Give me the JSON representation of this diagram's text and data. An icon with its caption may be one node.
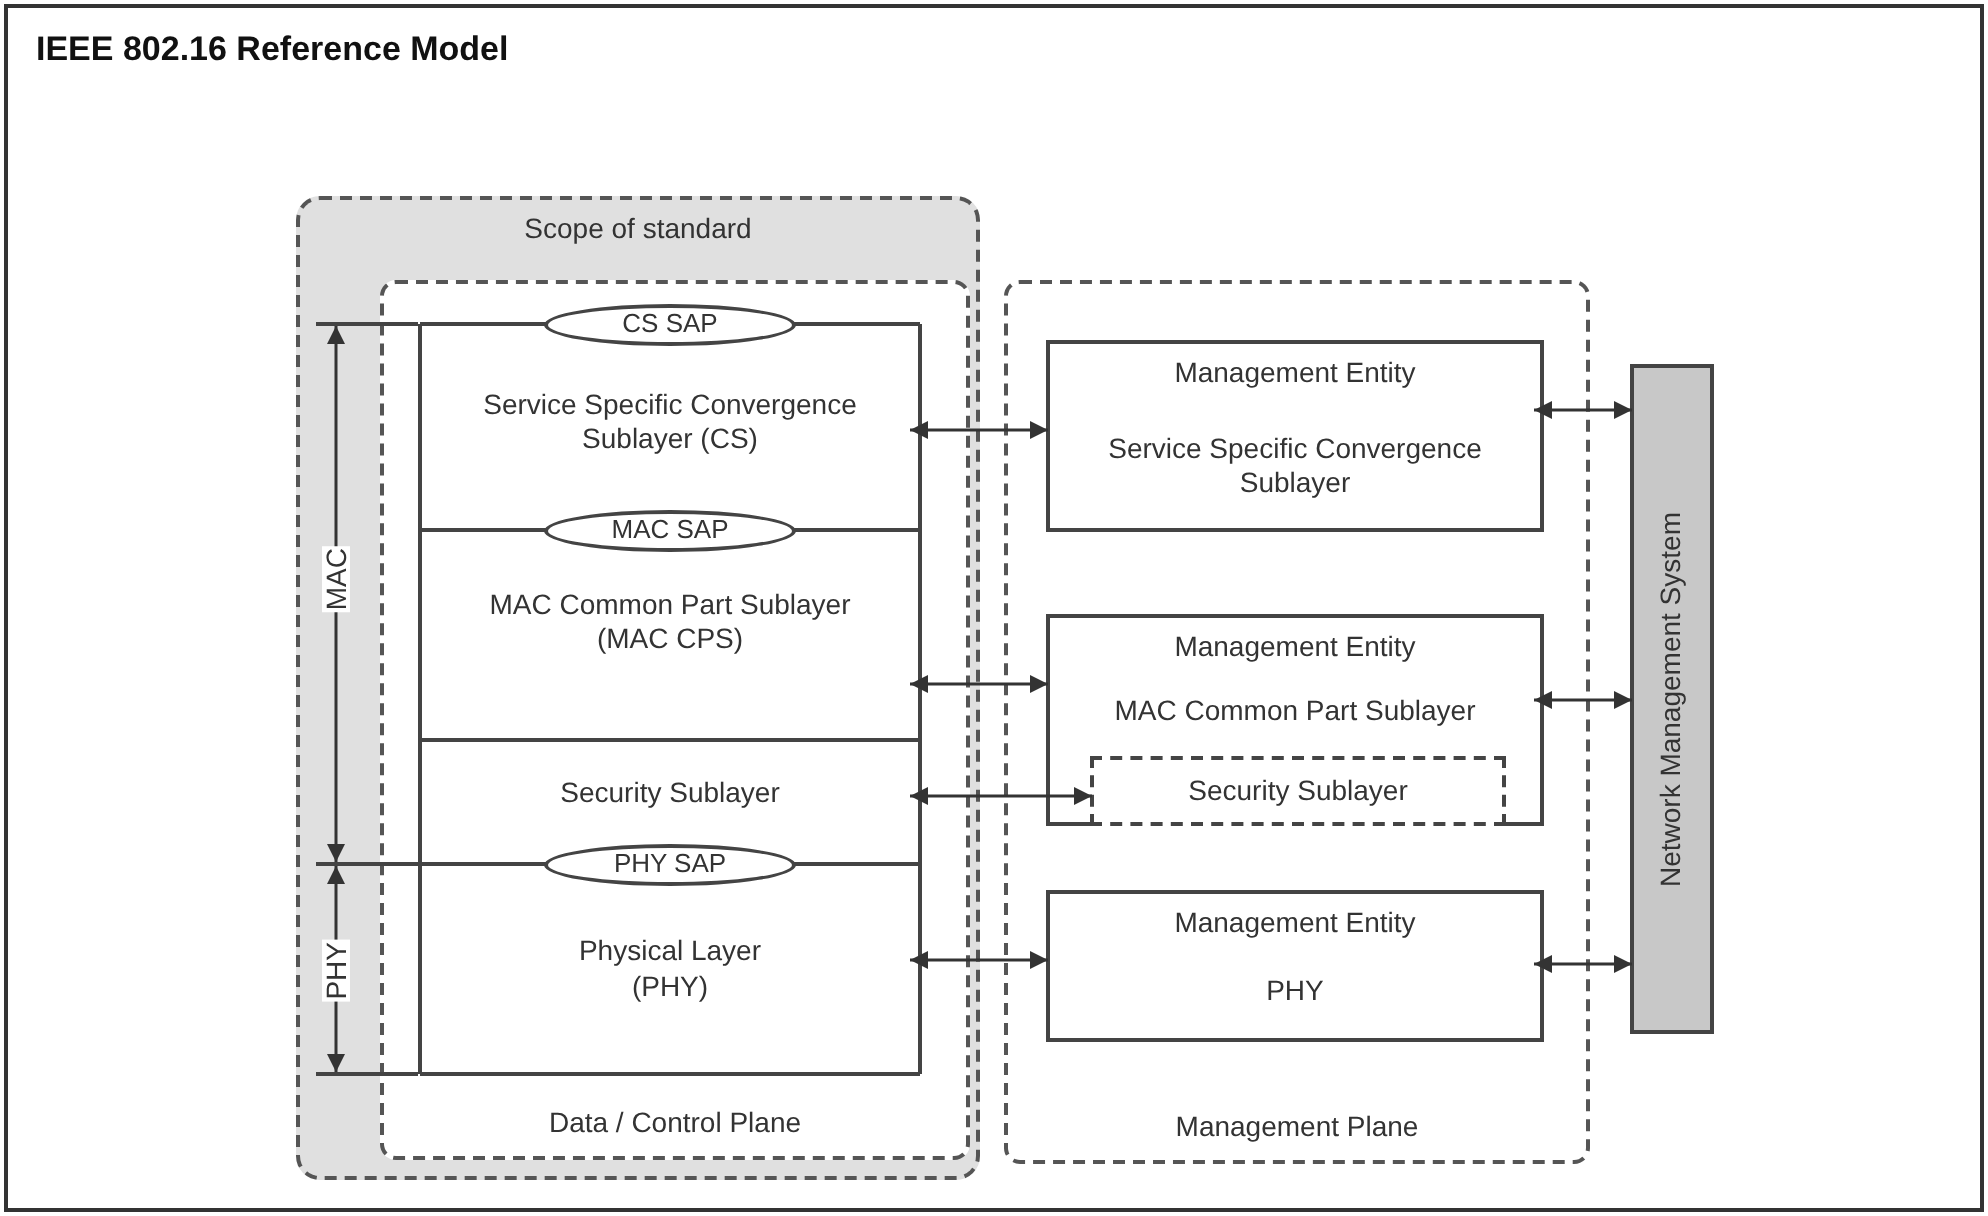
{
  "diagram": {
    "title": "IEEE 802.16 Reference Model",
    "nodes": [
      {
        "text": [
          "Scope of standard"
        ]
      },
      {
        "text": [
          "Data / Control Plane"
        ],
        "in": 0
      },
      {
        "text": [
          "CS SAP"
        ],
        "in": 1
      },
      {
        "text": [
          "Service Specific Convergence Sublayer (CS)"
        ],
        "in": 1
      },
      {
        "text": [
          "MAC SAP"
        ],
        "in": 1
      },
      {
        "text": [
          "MAC Common Part Sublayer (MAC CPS)"
        ],
        "in": 1
      },
      {
        "text": [
          "Security Sublayer"
        ],
        "in": 1
      },
      {
        "text": [
          "PHY SAP"
        ],
        "in": 1
      },
      {
        "text": [
          "Physical Layer (PHY)"
        ],
        "in": 1
      },
      {
        "text": [
          "Management Plane"
        ]
      },
      {
        "text": [
          "Management Entity",
          "Service Specific Convergence Sublayer"
        ],
        "in": 9
      },
      {
        "text": [
          "Management Entity",
          "MAC Common Part Sublayer"
        ],
        "in": 9
      },
      {
        "text": [
          "Security Sublayer"
        ],
        "in": 11
      },
      {
        "text": [
          "Management Entity",
          "PHY"
        ],
        "in": 9
      },
      {
        "text": [
          "Network Management System"
        ]
      }
    ],
    "edges": [
      {
        "from": 3,
        "to": 10,
        "arrow": "both"
      },
      {
        "from": 5,
        "to": 11,
        "arrow": "both"
      },
      {
        "from": 6,
        "to": 12,
        "arrow": "both"
      },
      {
        "from": 8,
        "to": 13,
        "arrow": "both"
      },
      {
        "from": 10,
        "to": 14,
        "arrow": "both"
      },
      {
        "from": 11,
        "to": 14,
        "arrow": "both"
      },
      {
        "from": 13,
        "to": 14,
        "arrow": "both"
      }
    ],
    "labels": [
      "MAC",
      "PHY"
    ]
  }
}
